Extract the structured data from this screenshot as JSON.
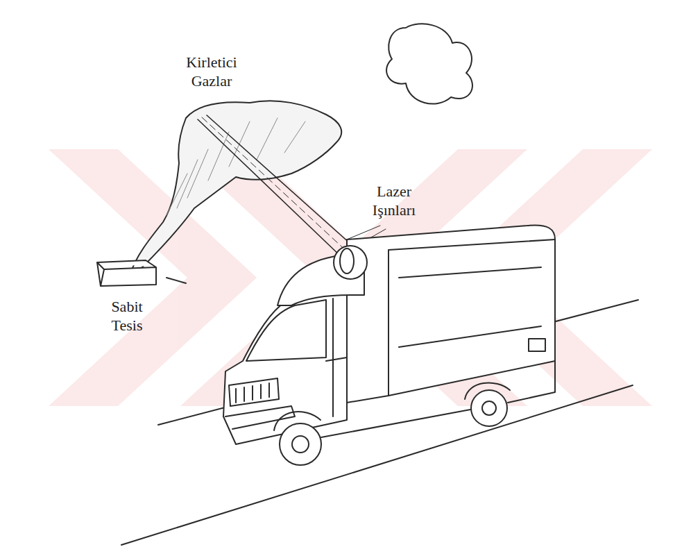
{
  "diagram": {
    "labels": [
      "Kirletici Gazlar",
      "Lazer Işınları",
      "Sabit Tesis"
    ]
  }
}
